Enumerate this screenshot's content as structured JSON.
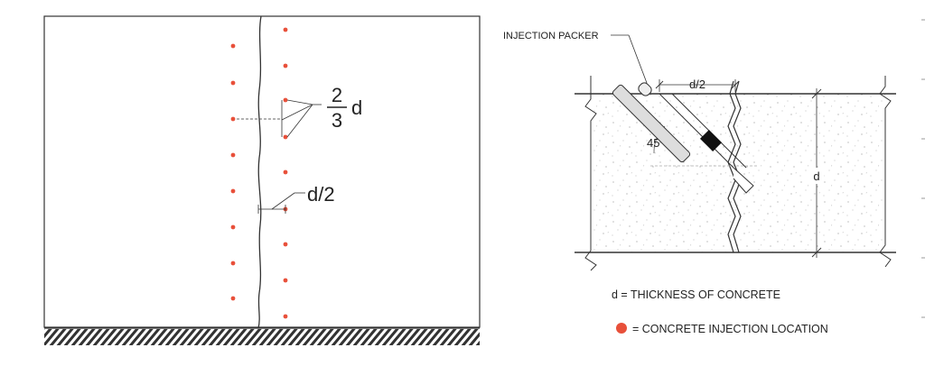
{
  "left_panel": {
    "spacing_fraction": {
      "numerator": "2",
      "denominator": "3",
      "variable": "d"
    },
    "offset_label": "d/2"
  },
  "right_panel": {
    "packer_label": "INJECTION PACKER",
    "half_depth_label": "d/2",
    "angle_label": "45°",
    "depth_label": "d"
  },
  "legend": {
    "thickness_note": "d = THICKNESS OF CONCRETE",
    "injection_note": "= CONCRETE INJECTION LOCATION",
    "injection_color": "#e8503a"
  }
}
